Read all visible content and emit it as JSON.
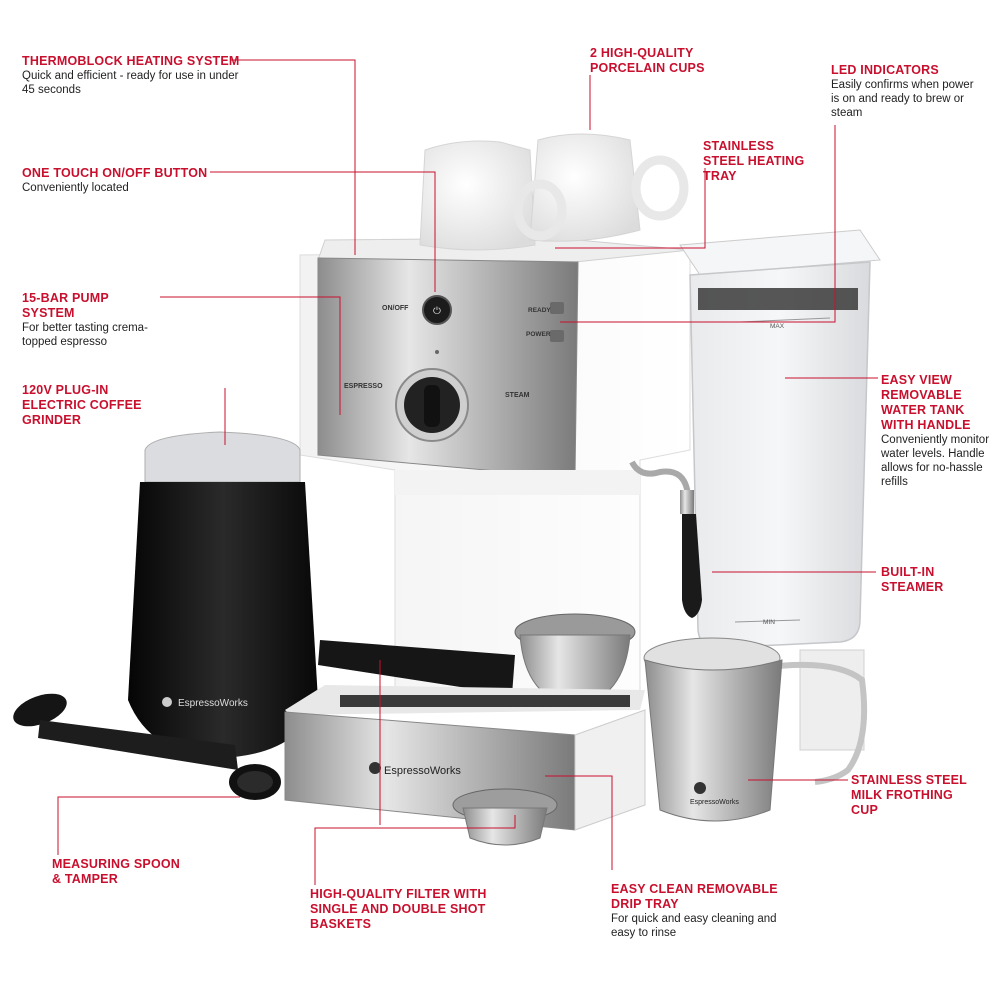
{
  "callouts": {
    "thermoblock": {
      "title": "THERMOBLOCK HEATING SYSTEM",
      "desc": "Quick and efficient - ready for use in under 45 seconds"
    },
    "onoff": {
      "title": "ONE TOUCH ON/OFF BUTTON",
      "desc": "Conveniently located"
    },
    "pump": {
      "title": "15-BAR PUMP SYSTEM",
      "desc": "For better tasting crema-topped espresso"
    },
    "grinder": {
      "title": "120V PLUG-IN ELECTRIC COFFEE GRINDER",
      "desc": ""
    },
    "spoon": {
      "title": "MEASURING SPOON & TAMPER",
      "desc": ""
    },
    "filter": {
      "title": "HIGH-QUALITY FILTER WITH SINGLE AND DOUBLE SHOT BASKETS",
      "desc": ""
    },
    "cups": {
      "title": "2 HIGH-QUALITY PORCELAIN CUPS",
      "desc": ""
    },
    "tray": {
      "title": "STAINLESS STEEL HEATING TRAY",
      "desc": ""
    },
    "led": {
      "title": "LED INDICATORS",
      "desc": "Easily confirms when power is on and ready to brew or steam"
    },
    "tank": {
      "title": "EASY VIEW REMOVABLE WATER TANK WITH HANDLE",
      "desc": "Conveniently monitor water levels. Handle allows for no-hassle refills"
    },
    "steamer": {
      "title": "BUILT-IN STEAMER",
      "desc": ""
    },
    "cup": {
      "title": "STAINLESS STEEL MILK FROTHING CUP",
      "desc": ""
    },
    "drip": {
      "title": "EASY CLEAN REMOVABLE DRIP TRAY",
      "desc": "For quick and easy cleaning and easy to rinse"
    }
  },
  "machine_labels": {
    "onoff": "ON/OFF",
    "ready": "READY",
    "power": "POWER",
    "espresso": "ESPRESSO",
    "steam": "STEAM",
    "max": "MAX",
    "min": "MIN"
  },
  "brand": "EspressoWorks",
  "colors": {
    "accent": "#c8102e",
    "text": "#222222",
    "line": "#c8102e"
  }
}
